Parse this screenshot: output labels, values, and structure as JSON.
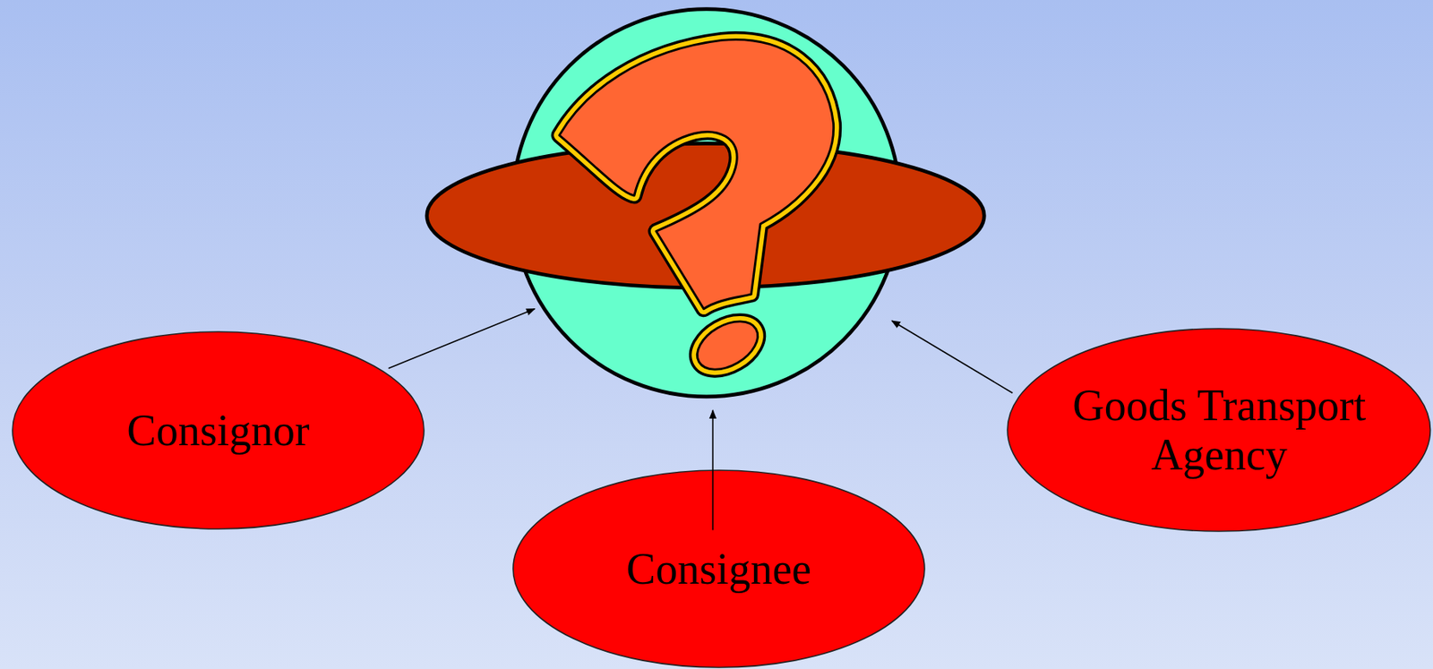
{
  "diagram": {
    "nodes": [
      {
        "text": [
          "Consignor"
        ]
      },
      {
        "text": [
          "Goods Transport Agency"
        ]
      },
      {
        "text": [
          "Consignee"
        ]
      }
    ]
  }
}
